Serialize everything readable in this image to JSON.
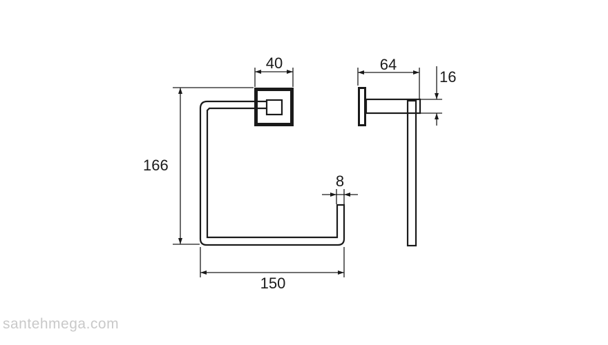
{
  "dimensions": {
    "base_width": "40",
    "height": "166",
    "bar_thickness": "8",
    "ring_width": "150",
    "depth": "64",
    "rod_height": "16"
  },
  "watermark": "santehmega.com"
}
